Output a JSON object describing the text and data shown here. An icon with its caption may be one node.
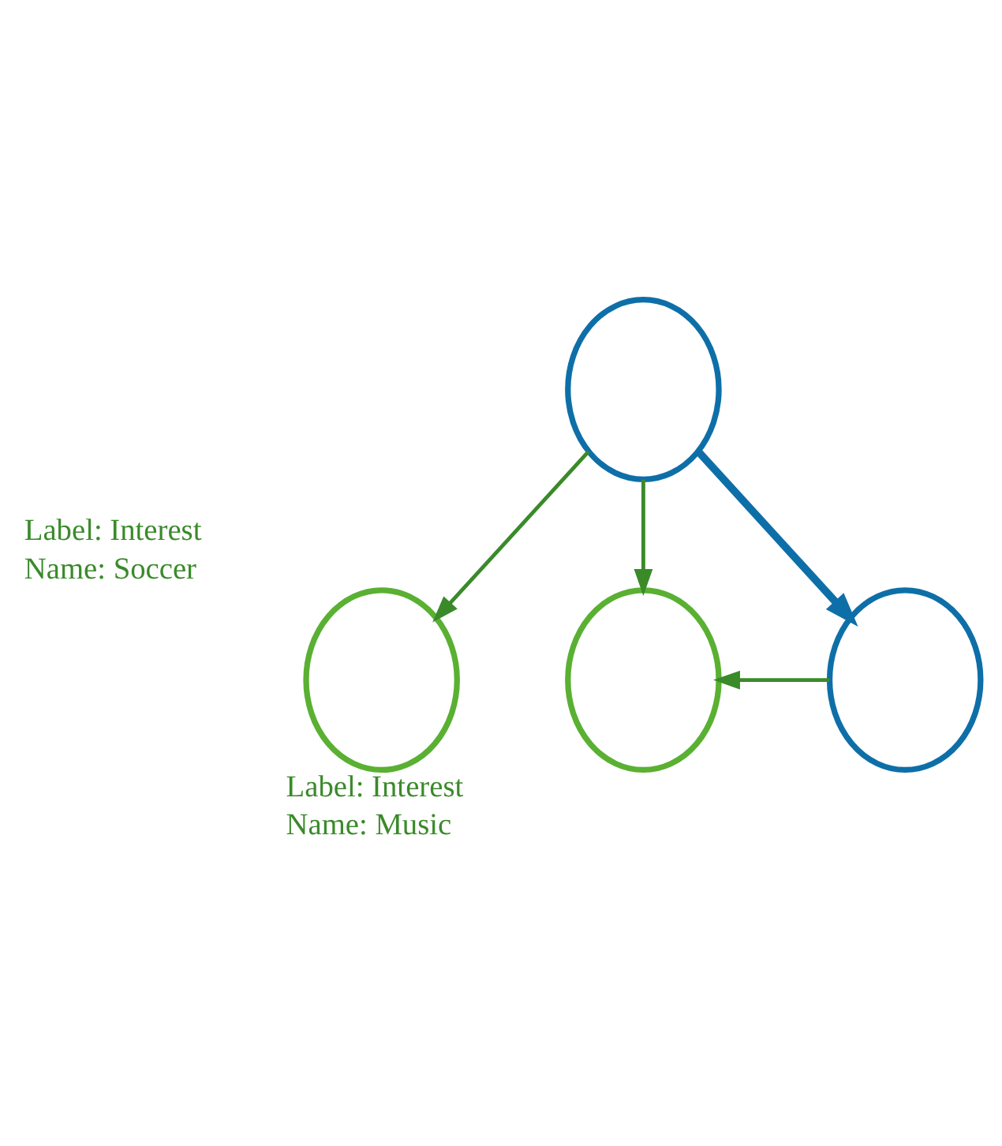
{
  "diagram": {
    "nodes": [
      {
        "text": [],
        "shape": "circle",
        "beside": [
          "Label: Interest",
          "Name: Soccer"
        ]
      },
      {
        "text": [],
        "shape": "circle"
      },
      {
        "text": [],
        "shape": "circle",
        "beside": [
          "Label: Interest",
          "Name: Music"
        ]
      },
      {
        "text": [],
        "shape": "circle"
      }
    ],
    "edges": [
      {
        "from": 1,
        "to": 0,
        "arrow": "to"
      },
      {
        "from": 1,
        "to": 2,
        "arrow": "to"
      },
      {
        "from": 1,
        "to": 3,
        "arrow": "to",
        "style": "thick",
        "color": "#0e6fa8"
      },
      {
        "from": 3,
        "to": 2,
        "arrow": "to"
      }
    ]
  }
}
